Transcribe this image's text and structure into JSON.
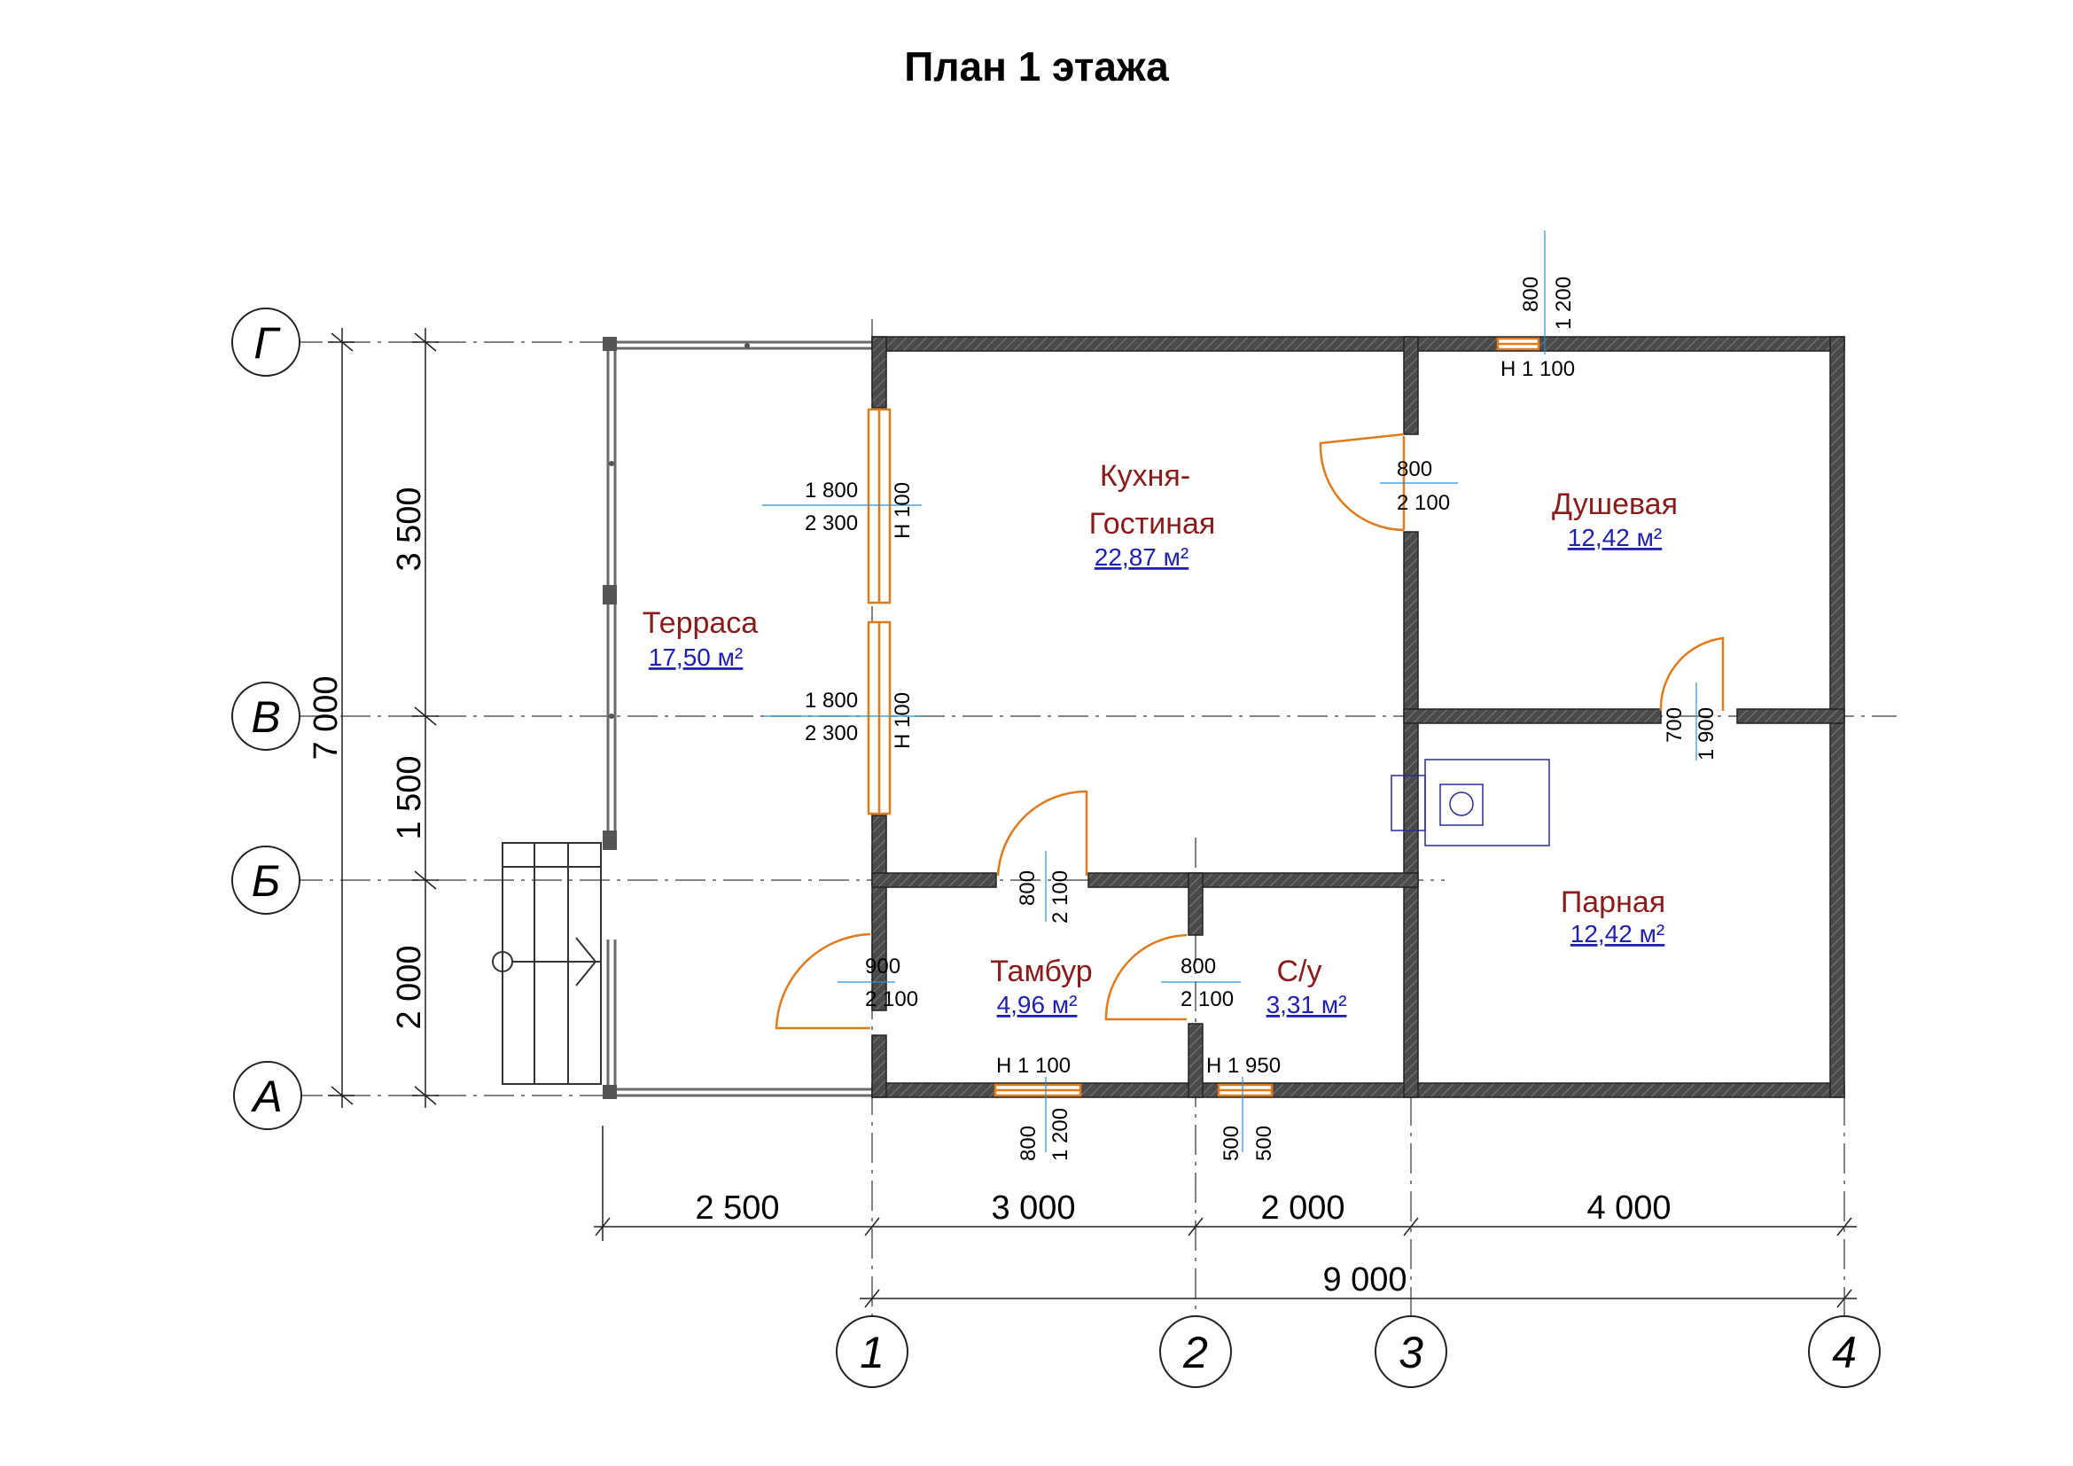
{
  "title": "План 1 этажа",
  "rooms": [
    {
      "key": "terrace",
      "name": "Терраса",
      "area": "17,50 м²"
    },
    {
      "key": "kitchen",
      "name_line1": "Кухня-",
      "name_line2": "Гостиная",
      "area": "22,87 м²"
    },
    {
      "key": "shower",
      "name": "Душевая",
      "area": "12,42 м²"
    },
    {
      "key": "steam",
      "name": "Парная",
      "area": "12,42 м²"
    },
    {
      "key": "vestibule",
      "name": "Тамбур",
      "area": "4,96 м²"
    },
    {
      "key": "wc",
      "name": "С/у",
      "area": "3,31 м²"
    }
  ],
  "axes": {
    "letters": [
      "Г",
      "В",
      "Б",
      "А"
    ],
    "numbers": [
      "1",
      "2",
      "3",
      "4"
    ]
  },
  "dimensions": {
    "left_outer": "7 000",
    "left_inner": [
      "3 500",
      "1 500",
      "2 000"
    ],
    "bottom_row": [
      "2 500",
      "3 000",
      "2 000",
      "4 000"
    ],
    "bottom_total": "9 000"
  },
  "openings": {
    "win_top": [
      "800",
      "1 200",
      "H 1 100"
    ],
    "door_kitchen_shower": [
      "800",
      "2 100"
    ],
    "win_terrace_upper": [
      "1 800",
      "2 300",
      "H 100"
    ],
    "win_terrace_lower": [
      "1 800",
      "2 300",
      "H 100"
    ],
    "door_shower_steam": [
      "700",
      "1 900"
    ],
    "door_kitchen_vestibule": [
      "800",
      "2 100"
    ],
    "door_entry": [
      "900",
      "2 100"
    ],
    "door_wc": [
      "800",
      "2 100"
    ],
    "win_vestibule": [
      "H 1 100",
      "800",
      "1 200"
    ],
    "win_wc": [
      "H 1 950",
      "500",
      "500"
    ]
  },
  "colors": {
    "wall": "#3a3a3a",
    "room_name": "#8b1a1a",
    "room_area": "#1f1fb0",
    "door": "#e07a1c",
    "axis_line": "#5a5a5a",
    "opening_marker": "#2a8fd0"
  }
}
